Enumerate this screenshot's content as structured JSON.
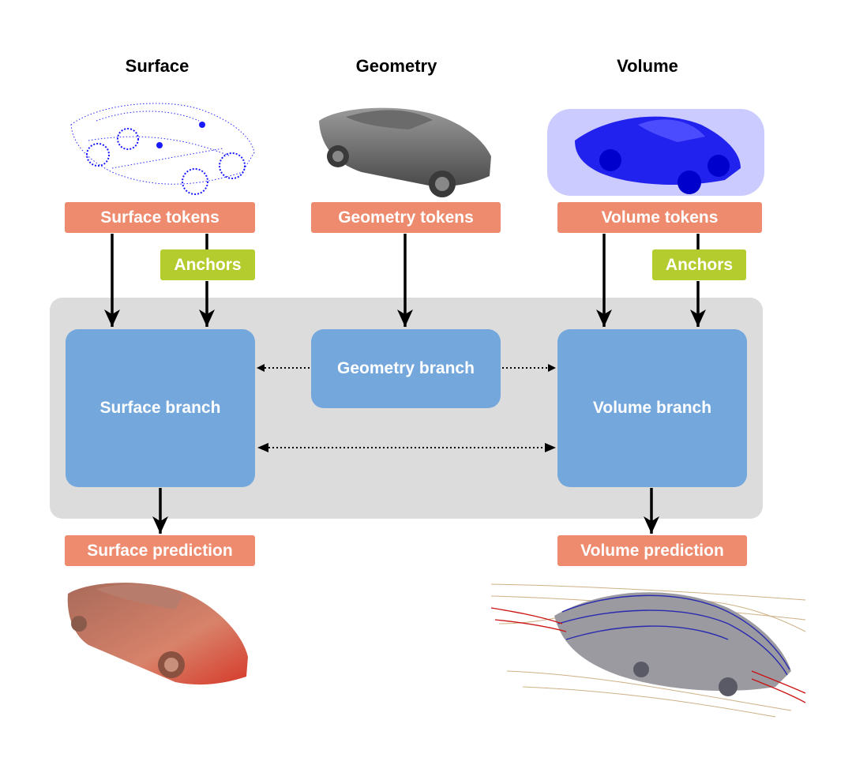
{
  "headings": {
    "surface": "Surface",
    "geometry": "Geometry",
    "volume": "Volume"
  },
  "tokens": {
    "surface": "Surface tokens",
    "geometry": "Geometry tokens",
    "volume": "Volume tokens"
  },
  "anchors": {
    "left": "Anchors",
    "right": "Anchors"
  },
  "branches": {
    "surface": "Surface branch",
    "geometry": "Geometry branch",
    "volume": "Volume branch"
  },
  "predictions": {
    "surface": "Surface prediction",
    "volume": "Volume prediction"
  },
  "colors": {
    "token": "#ee8a6e",
    "anchor": "#b5cc2e",
    "branch": "#74a7dc",
    "container": "#dcdcdc"
  }
}
